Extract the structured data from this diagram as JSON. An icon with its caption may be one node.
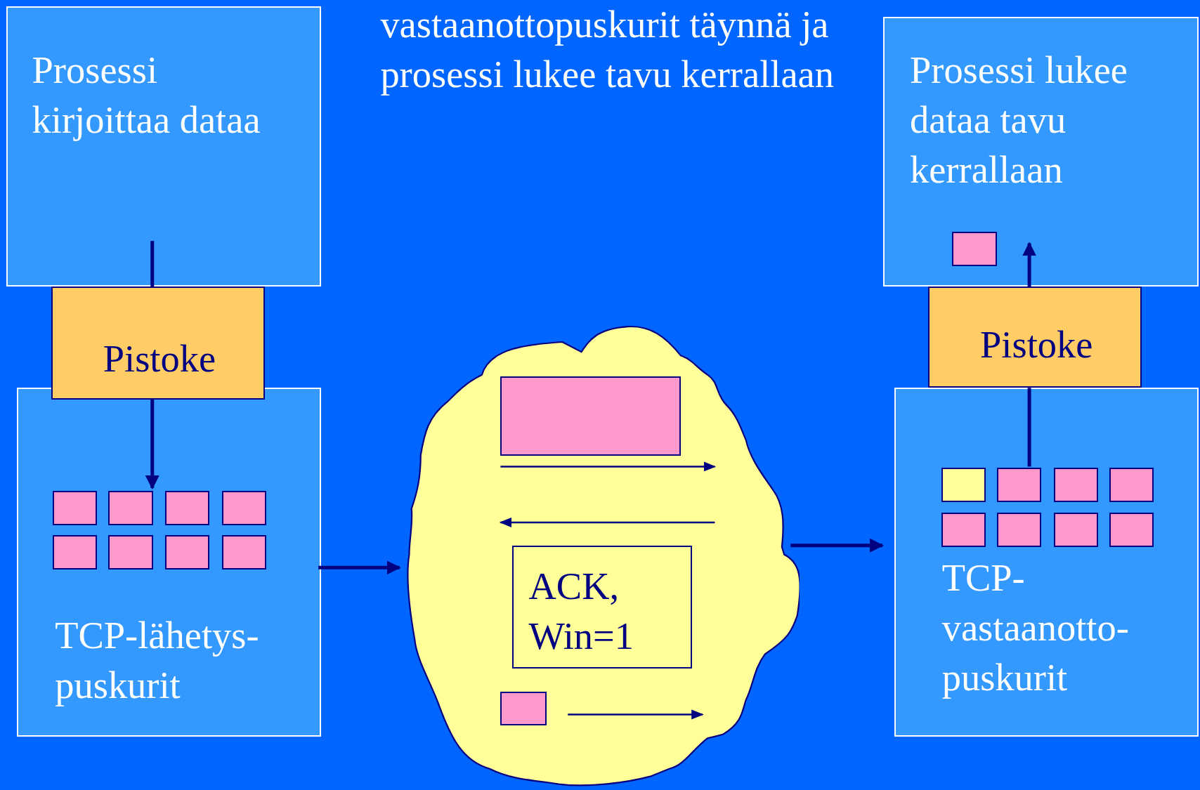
{
  "diagram": {
    "nodes": [
      {
        "text": [
          "Prosessi kirjoittaa dataa"
        ]
      },
      {
        "text": [
          "Pistoke"
        ]
      },
      {
        "text": [
          "TCP-lähetys- puskurit"
        ]
      },
      {
        "text": [],
        "shape": "box",
        "in": 2
      },
      {
        "text": [],
        "shape": "box",
        "in": 2
      },
      {
        "text": [],
        "shape": "box",
        "in": 2
      },
      {
        "text": [],
        "shape": "box",
        "in": 2
      },
      {
        "text": [],
        "shape": "box",
        "in": 2
      },
      {
        "text": [],
        "shape": "box",
        "in": 2
      },
      {
        "text": [],
        "shape": "box",
        "in": 2
      },
      {
        "text": [],
        "shape": "box",
        "in": 2
      },
      {
        "text": [],
        "shape": "cloud"
      },
      {
        "text": [],
        "shape": "box",
        "in": 11
      },
      {
        "text": [
          "ACK, Win=1"
        ],
        "in": 11
      },
      {
        "text": [],
        "shape": "box",
        "in": 11
      },
      {
        "text": [
          "Prosessi lukee dataa tavu kerrallaan"
        ]
      },
      {
        "text": [],
        "shape": "box",
        "in": 15
      },
      {
        "text": [
          "Pistoke"
        ]
      },
      {
        "text": [
          "TCP- vastaanotto- puskurit"
        ]
      },
      {
        "text": [],
        "shape": "box",
        "in": 18
      },
      {
        "text": [],
        "shape": "box",
        "in": 18
      },
      {
        "text": [],
        "shape": "box",
        "in": 18
      },
      {
        "text": [],
        "shape": "box",
        "in": 18
      },
      {
        "text": [],
        "shape": "box",
        "in": 18
      },
      {
        "text": [],
        "shape": "box",
        "in": 18
      },
      {
        "text": [],
        "shape": "box",
        "in": 18
      },
      {
        "text": [],
        "shape": "box",
        "in": 18
      }
    ],
    "edges": [
      {
        "from": 0,
        "to": 1,
        "arrow": "none"
      },
      {
        "from": 1,
        "to": 4,
        "arrow": "to"
      },
      {
        "from": 2,
        "to": 11,
        "arrow": "to"
      },
      {
        "from": 11,
        "to": 18,
        "arrow": "to"
      },
      {
        "from": 20,
        "to": 17,
        "arrow": "none"
      },
      {
        "from": 17,
        "to": 16,
        "arrow": "to"
      }
    ],
    "labels": [
      "vastaanottopuskurit täynnä ja prosessi lukee tavu kerrallaan"
    ]
  }
}
